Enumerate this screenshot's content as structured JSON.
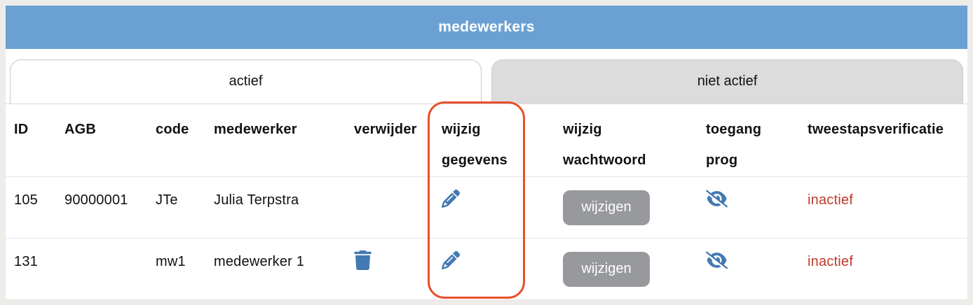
{
  "title_bar": {
    "title": "medewerkers"
  },
  "tabs": {
    "active": {
      "label": "actief"
    },
    "inactive": {
      "label": "niet actief"
    }
  },
  "table": {
    "columns": {
      "id": "ID",
      "agb": "AGB",
      "code": "code",
      "medewerker": "medewerker",
      "verwijder": "verwijder",
      "wijzig_gegevens": "wijzig\ngegevens",
      "wijzig_wachtwoord": "wijzig\nwachtwoord",
      "toegang_prog": "toegang\nprog",
      "tweestapsverificatie": "tweestapsverificatie"
    },
    "rows": [
      {
        "id": "105",
        "agb": "90000001",
        "code": "JTe",
        "medewerker": "Julia Terpstra",
        "has_delete": false,
        "has_edit": true,
        "password_button_label": "wijzigen",
        "toegang_icon": "eye-slash-icon",
        "tweestaps_status": "inactief"
      },
      {
        "id": "131",
        "agb": "",
        "code": "mw1",
        "medewerker": "medewerker 1",
        "has_delete": true,
        "has_edit": true,
        "password_button_label": "wijzigen",
        "toegang_icon": "eye-slash-icon",
        "tweestaps_status": "inactief"
      }
    ]
  },
  "annotation": {
    "target": "wijzig gegevens column",
    "color": "#e8502b"
  },
  "colors": {
    "header_blue": "#6ba1d2",
    "tab_inactive_gray": "#dcdcdc",
    "icon_blue": "#4379b2",
    "status_red": "#c0392b",
    "button_gray": "#97999c",
    "annotation_red": "#e8502b"
  }
}
